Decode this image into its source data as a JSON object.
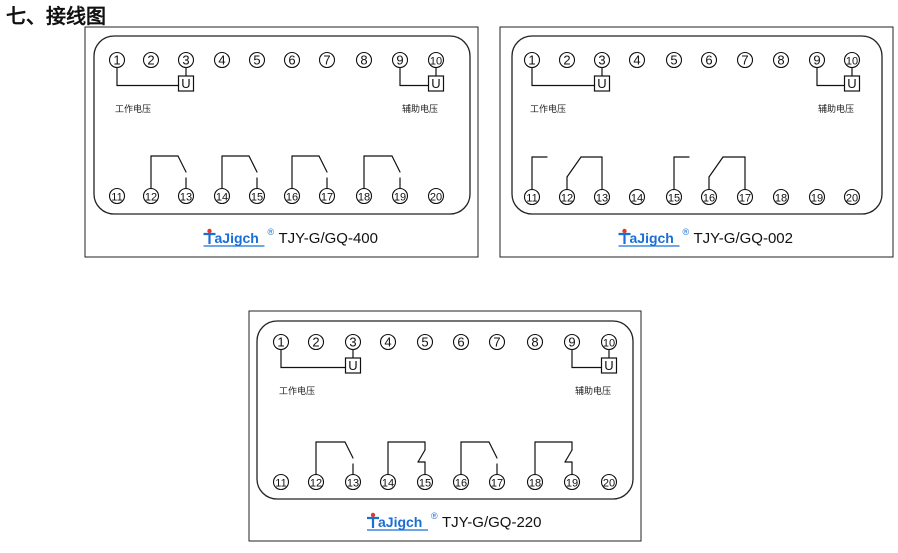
{
  "section_title": "七、接线图",
  "brand": {
    "name": "TaJigch",
    "registered": "®",
    "color": "#1a6fd6",
    "icon_color": "#e23a2a"
  },
  "labels": {
    "working_voltage": "工作电压",
    "aux_voltage": "辅助电压",
    "u": "U"
  },
  "panels": [
    {
      "model": "TJY-G/GQ-400",
      "top_terminals": [
        "1",
        "2",
        "3",
        "4",
        "5",
        "6",
        "7",
        "8",
        "9",
        "10"
      ],
      "bottom_terminals": [
        "11",
        "12",
        "13",
        "14",
        "15",
        "16",
        "17",
        "18",
        "19",
        "20"
      ],
      "contacts": [
        {
          "type": "NO",
          "common": "12",
          "terminal": "13"
        },
        {
          "type": "NO",
          "common": "14",
          "terminal": "15"
        },
        {
          "type": "NO",
          "common": "16",
          "terminal": "17"
        },
        {
          "type": "NO",
          "common": "18",
          "terminal": "19"
        }
      ]
    },
    {
      "model": "TJY-G/GQ-002",
      "top_terminals": [
        "1",
        "2",
        "3",
        "4",
        "5",
        "6",
        "7",
        "8",
        "9",
        "10"
      ],
      "bottom_terminals": [
        "11",
        "12",
        "13",
        "14",
        "15",
        "16",
        "17",
        "18",
        "19",
        "20"
      ],
      "contacts": [
        {
          "type": "CO",
          "nc": "11",
          "common": "12",
          "no": "13"
        },
        {
          "type": "CO",
          "nc": "15",
          "common": "16",
          "no": "17"
        }
      ]
    },
    {
      "model": "TJY-G/GQ-220",
      "top_terminals": [
        "1",
        "2",
        "3",
        "4",
        "5",
        "6",
        "7",
        "8",
        "9",
        "10"
      ],
      "bottom_terminals": [
        "11",
        "12",
        "13",
        "14",
        "15",
        "16",
        "17",
        "18",
        "19",
        "20"
      ],
      "contacts": [
        {
          "type": "NO",
          "common": "12",
          "terminal": "13"
        },
        {
          "type": "NC",
          "common": "14",
          "terminal": "15"
        },
        {
          "type": "NO",
          "common": "16",
          "terminal": "17"
        },
        {
          "type": "NC",
          "common": "18",
          "terminal": "19"
        }
      ]
    }
  ]
}
